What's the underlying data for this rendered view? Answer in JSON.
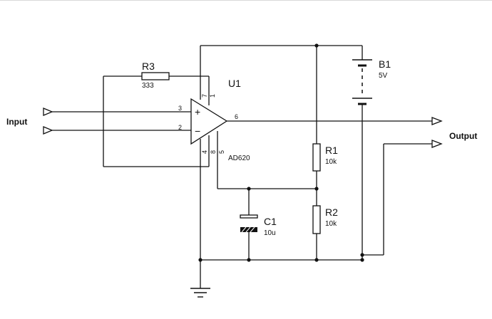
{
  "labels": {
    "input": "Input",
    "output": "Output"
  },
  "components": {
    "u1": {
      "ref": "U1",
      "value": "AD620"
    },
    "r1": {
      "ref": "R1",
      "value": "10k"
    },
    "r2": {
      "ref": "R2",
      "value": "10k"
    },
    "r3": {
      "ref": "R3",
      "value": "333"
    },
    "c1": {
      "ref": "C1",
      "value": "10u"
    },
    "b1": {
      "ref": "B1",
      "value": "5V"
    }
  },
  "pins": {
    "p1": "1",
    "p2": "2",
    "p3": "3",
    "p4": "4",
    "p5": "5",
    "p6": "6",
    "p7": "7",
    "p8": "8"
  },
  "symbols": {
    "plus": "+",
    "minus": "−"
  }
}
